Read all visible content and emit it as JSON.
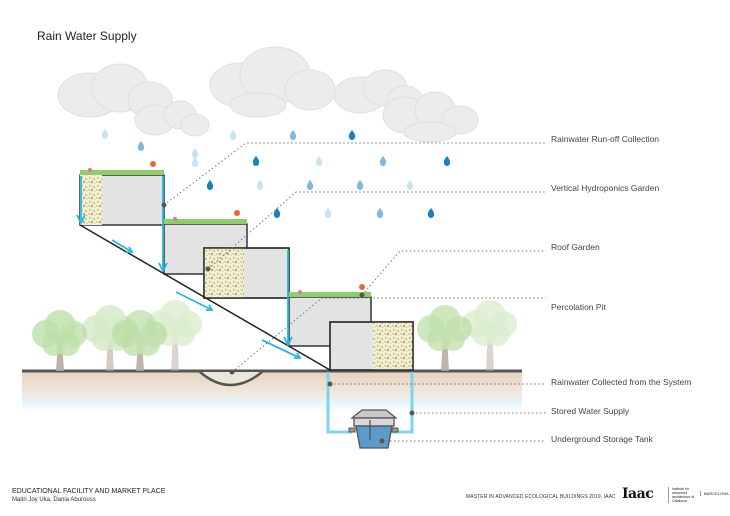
{
  "title": "Rain Water Supply",
  "labels": [
    {
      "id": "runoff",
      "text": "Rainwater Run-off Collection"
    },
    {
      "id": "hydroponics",
      "text": "Vertical Hydroponics Garden"
    },
    {
      "id": "roof-garden",
      "text": "Roof Garden"
    },
    {
      "id": "percolation",
      "text": "Percolation Pit"
    },
    {
      "id": "collected",
      "text": "Rainwater Collected from the System"
    },
    {
      "id": "stored",
      "text": "Stored Water Supply"
    },
    {
      "id": "tank",
      "text": "Underground Storage Tank"
    }
  ],
  "footer": {
    "project_title": "EDUCATIONAL FACILITY AND MARKET PLACE",
    "authors": "Maitri Joy Uka, Dania Aburouss",
    "program": "MASTER IN ADVANCED ECOLOGICAL BUILDINGS 2019, IAAC",
    "logo_text": "Iaac",
    "logo_sub": "institute for advanced architecture of Catalonia",
    "logo_city": "BARCELONA"
  },
  "colors": {
    "water_flow": "#29b6e6",
    "rain_dark": "#1a7fc1",
    "rain_mid": "#7fb9dd",
    "rain_light": "#c9e3f3",
    "building_fill": "#e3e3e3",
    "cloud": "#e9e9e9",
    "ground": "#ead9c8",
    "groundwater": "#e2f3fa",
    "tank": "#5b9ac9"
  }
}
